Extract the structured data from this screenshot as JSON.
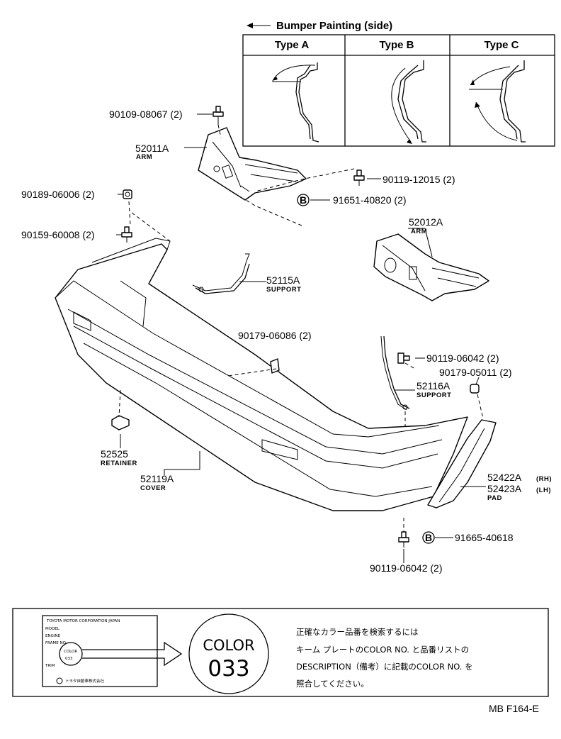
{
  "painting": {
    "title": "Bumper Painting (side)",
    "types": [
      "Type A",
      "Type B",
      "Type C"
    ]
  },
  "parts": [
    {
      "key": "bolt_top",
      "code": "90109-08067 (2)",
      "name": ""
    },
    {
      "key": "arm_rh",
      "code": "52011A",
      "name": "ARM"
    },
    {
      "key": "bolt_arm",
      "code": "90119-12015 (2)",
      "name": ""
    },
    {
      "key": "clip_b",
      "code": "91651-40820 (2)",
      "name": ""
    },
    {
      "key": "nut_left",
      "code": "90189-06006 (2)",
      "name": ""
    },
    {
      "key": "bolt_left",
      "code": "90159-60008 (2)",
      "name": ""
    },
    {
      "key": "arm_lh",
      "code": "52012A",
      "name": "ARM"
    },
    {
      "key": "support_a",
      "code": "52115A",
      "name": "SUPPORT"
    },
    {
      "key": "clip_mid",
      "code": "90179-06086 (2)",
      "name": ""
    },
    {
      "key": "bolt_r1",
      "code": "90119-06042 (2)",
      "name": ""
    },
    {
      "key": "nut_r",
      "code": "90179-05011 (2)",
      "name": ""
    },
    {
      "key": "support_b",
      "code": "52116A",
      "name": "SUPPORT"
    },
    {
      "key": "retainer",
      "code": "52525",
      "name": "RETAINER"
    },
    {
      "key": "cover",
      "code": "52119A",
      "name": "COVER"
    },
    {
      "key": "pad_rh",
      "code": "52422A",
      "name": "(RH)"
    },
    {
      "key": "pad_lh",
      "code": "52423A",
      "name": "(LH)"
    },
    {
      "key": "pad_name",
      "code": "",
      "name": "PAD"
    },
    {
      "key": "clip_b2",
      "code": "91665-40618",
      "name": ""
    },
    {
      "key": "bolt_bottom",
      "code": "90119-06042 (2)",
      "name": ""
    }
  ],
  "callout_b": "B",
  "color_plate": {
    "plate_lines": [
      "TOYOTA MOTOR CORPORATION JAPAN",
      "MODEL",
      "ENGINE",
      "FRAME NO.",
      "COLOR",
      "033",
      "TRIM",
      "トヨタ自動車株式会社"
    ],
    "color_word": "COLOR",
    "color_code": "033",
    "instructions": [
      "正確なカラー品番を検索するには",
      "キーム プレートのCOLOR NO. と品番リストの",
      "DESCRIPTION（備考）に記載のCOLOR NO. を",
      "照合してください。"
    ]
  },
  "footer_code": "MB F164-E"
}
